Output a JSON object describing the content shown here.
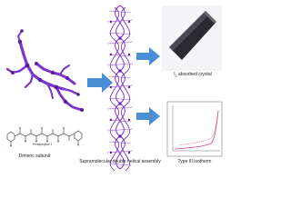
{
  "labels": {
    "dimeric_subunit": "Dimeric subunit",
    "supramolecular": "Supramolecular double helical assembly",
    "iodine_crystal": "I",
    "iodine_subscript": "2",
    "iodine_rest": " absorbed crystal",
    "isotherm": "Type III isotherm",
    "pentapeptide": "Pentapeptide 1"
  },
  "colors": {
    "molecule": "#8a3fd1",
    "molecule_dark": "#5a1fa0",
    "arrow": "#4a8fd6",
    "crystal": "#2d2d33",
    "isotherm_curve": "#e0408a",
    "isotherm_adsorption": "#d9366f"
  }
}
